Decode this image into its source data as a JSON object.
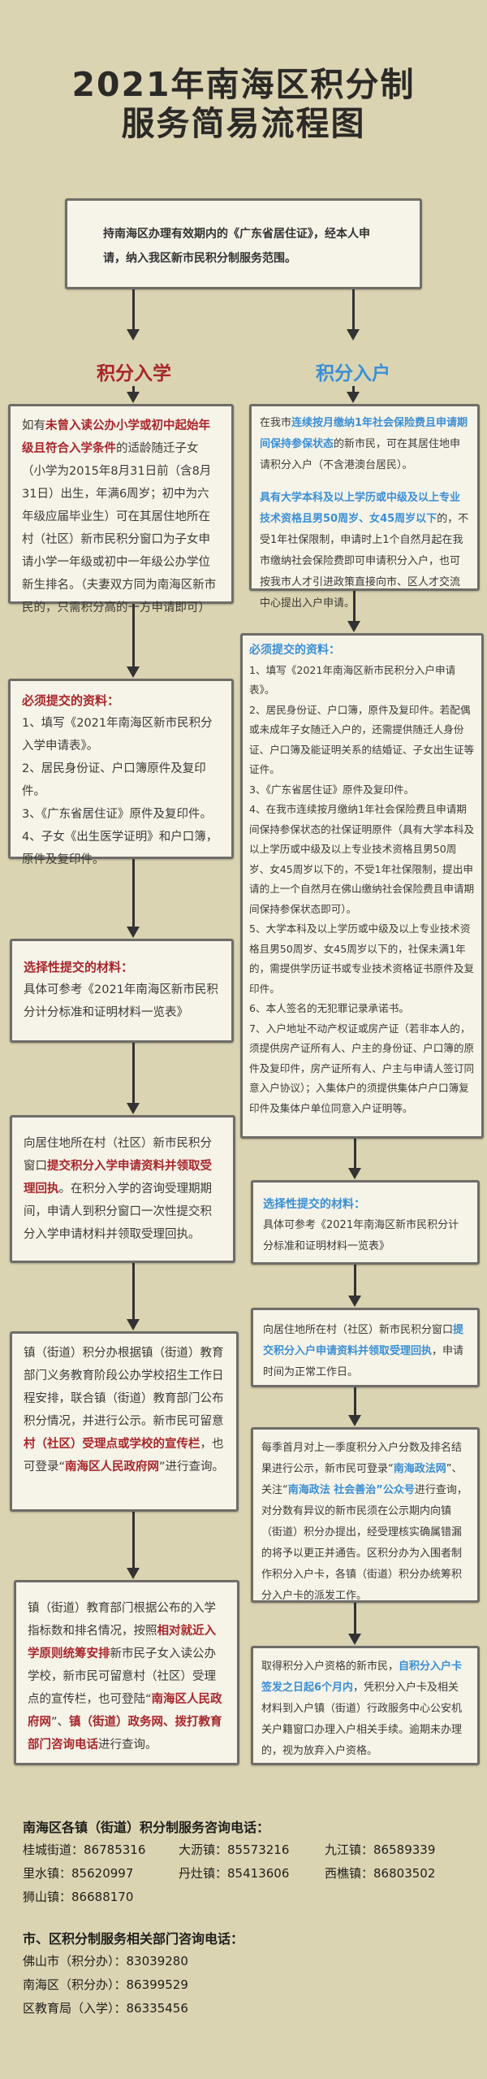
{
  "title": {
    "line1": "2021年南海区积分制",
    "line2": "服务简易流程图"
  },
  "intro": "持南海区办理有效期内的《广东省居住证》，经本人申请，纳入我区新市民积分制服务范围。",
  "colors": {
    "background": "#dbd4b2",
    "red": "#a8262b",
    "blue": "#3a8fd6",
    "box": "#f6f3e8",
    "border": "#6e6d68"
  },
  "school": {
    "label": "积分入学",
    "eligibility": [
      {
        "t": "如有"
      },
      {
        "t": "未曾入读公办小学或初中起始年级且符合入学条件",
        "hl": 1
      },
      {
        "t": "的适龄随迁子女（小学为2015年8月31日前（含8月31日）出生，年满6周岁；初中为六年级应届毕业生）可在其居住地所在村（社区）新市民积分窗口为子女申请小学一年级或初中一年级公办学位新生排名。（夫妻双方同为南海区新市民的，只需积分高的一方申请即可）"
      }
    ],
    "required_title": "必须提交的资料：",
    "required_items": [
      "1、填写《2021年南海区新市民积分入学申请表》。",
      "2、居民身份证、户口簿原件及复印件。",
      "3、《广东省居住证》原件及复印件。",
      "4、子女《出生医学证明》和户口簿，原件及复印件。"
    ],
    "optional_title": "选择性提交的材料：",
    "optional_text": "具体可参考《2021年南海区新市民积分计分标准和证明材料一览表》",
    "submit": [
      {
        "t": "向居住地所在村（社区）新市民积分窗口"
      },
      {
        "t": "提交积分入学申请资料并领取受理回执",
        "hl": 1
      },
      {
        "t": "。在积分入学的咨询受理期期间，申请人到积分窗口一次性提交积分入学申请材料并领取受理回执。"
      }
    ],
    "publicity": [
      {
        "t": "镇（街道）积分办根据镇（街道）教育部门义务教育阶段公办学校招生工作日程安排，联合镇（街道）教育部门公布积分情况，并进行公示。新市民可留意"
      },
      {
        "t": "村（社区）受理点或学校的宣传栏",
        "hl": 1
      },
      {
        "t": "，也可登录“"
      },
      {
        "t": "南海区人民政府网",
        "hl": 1
      },
      {
        "t": "”进行查询。"
      }
    ],
    "arrange": [
      {
        "t": "镇（街道）教育部门根据公布的入学指标数和排名情况，按照"
      },
      {
        "t": "相对就近入学原则统筹安排",
        "hl": 1
      },
      {
        "t": "新市民子女入读公办学校，新市民可留意村（社区）受理点的宣传栏，也可登陆“"
      },
      {
        "t": "南海区人民政府网",
        "hl": 1
      },
      {
        "t": "”、"
      },
      {
        "t": "镇（街道）政务网、拨打教育部门咨询电话",
        "hl": 1
      },
      {
        "t": "进行查询。"
      }
    ]
  },
  "household": {
    "label": "积分入户",
    "eligibility1": [
      {
        "t": "在我市"
      },
      {
        "t": "连续按月缴纳1年社会保险费且申请期间保持参保状态",
        "hl": 1
      },
      {
        "t": "的新市民，可在其居住地申请积分入户（不含港澳台居民）。"
      }
    ],
    "eligibility2": [
      {
        "t": "具有大学本科及以上学历或中级及以上专业技术资格且男50周岁、女45周岁以下",
        "hl": 1
      },
      {
        "t": "的，不受1年社保限制，申请时上1个自然月起在我市缴纳社会保险费即可申请积分入户，也可按我市人才引进政策直接向市、区人才交流中心提出入户申请。"
      }
    ],
    "required_title": "必须提交的资料：",
    "required_items": [
      "1、填写《2021年南海区新市民积分入户申请表》。",
      "2、居民身份证、户口簿，原件及复印件。若配偶或未成年子女随迁入户的，还需提供随迁人身份证、户口簿及能证明关系的结婚证、子女出生证等证件。",
      "3、《广东省居住证》原件及复印件。",
      "4、在我市连续按月缴纳1年社会保险费且申请期间保持参保状态的社保证明原件（具有大学本科及以上学历或中级及以上专业技术资格且男50周岁、女45周岁以下的，不受1年社保限制，提出申请的上一个自然月在佛山缴纳社会保险费且申请期间保持参保状态即可）。",
      "5、大学本科及以上学历或中级及以上专业技术资格且男50周岁、女45周岁以下的，社保未满1年的，需提供学历证书或专业技术资格证书原件及复印件。",
      "6、本人签名的无犯罪记录承诺书。",
      "7、入户地址不动产权证或房产证（若非本人的，须提供房产证所有人、户主的身份证、户口簿的原件及复印件，房产证所有人、户主与申请人签订同意入户协议）；入集体户的须提供集体户户口簿复印件及集体户单位同意入户证明等。"
    ],
    "optional_title": "选择性提交的材料：",
    "optional_text": "具体可参考《2021年南海区新市民积分计分标准和证明材料一览表》",
    "submit": [
      {
        "t": "向居住地所在村（社区）新市民积分窗口"
      },
      {
        "t": "提交积分入户申请资料并领取受理回执",
        "hl": 1
      },
      {
        "t": "，申请时间为正常工作日。"
      }
    ],
    "publicity": [
      {
        "t": "每季首月对上一季度积分入户分数及排名结果进行公示，新市民可登录“"
      },
      {
        "t": "南海政法网",
        "hl": 1
      },
      {
        "t": "”、关注“"
      },
      {
        "t": "南海政法 社会善治”公众号",
        "hl": 1
      },
      {
        "t": "进行查询，对分数有异议的新市民须在公示期内向镇（街道）积分办提出，经受理核实确属错漏的将予以更正并通告。区积分办为入围者制作积分入户卡，各镇（街道）积分办统筹积分入户卡的派发工作。"
      }
    ],
    "settle": [
      {
        "t": "取得积分入户资格的新市民，"
      },
      {
        "t": "自积分入户卡签发之日起6个月内",
        "hl": 1
      },
      {
        "t": "，凭积分入户卡及相关材料到入户镇（街道）行政服务中心公安机关户籍窗口办理入户相关手续。逾期未办理的，视为放弃入户资格。"
      }
    ]
  },
  "contacts_town": {
    "title": "南海区各镇（街道）积分制服务咨询电话：",
    "rows": [
      [
        {
          "name": "桂城街道：",
          "phone": "86785316"
        },
        {
          "name": "大沥镇：",
          "phone": "85573216"
        },
        {
          "name": "九江镇：",
          "phone": "86589339"
        }
      ],
      [
        {
          "name": "里水镇：",
          "phone": "85620997"
        },
        {
          "name": "丹灶镇：",
          "phone": "85413606"
        },
        {
          "name": "西樵镇：",
          "phone": "86803502"
        }
      ],
      [
        {
          "name": "狮山镇：",
          "phone": "86688170"
        }
      ]
    ]
  },
  "contacts_dept": {
    "title": "市、区积分制服务相关部门咨询电话：",
    "rows": [
      {
        "name": "佛山市（积分办）：",
        "phone": "83039280"
      },
      {
        "name": "南海区（积分办）：",
        "phone": "86399529"
      },
      {
        "name": "区教育局（入学）：",
        "phone": "86335456"
      }
    ]
  }
}
